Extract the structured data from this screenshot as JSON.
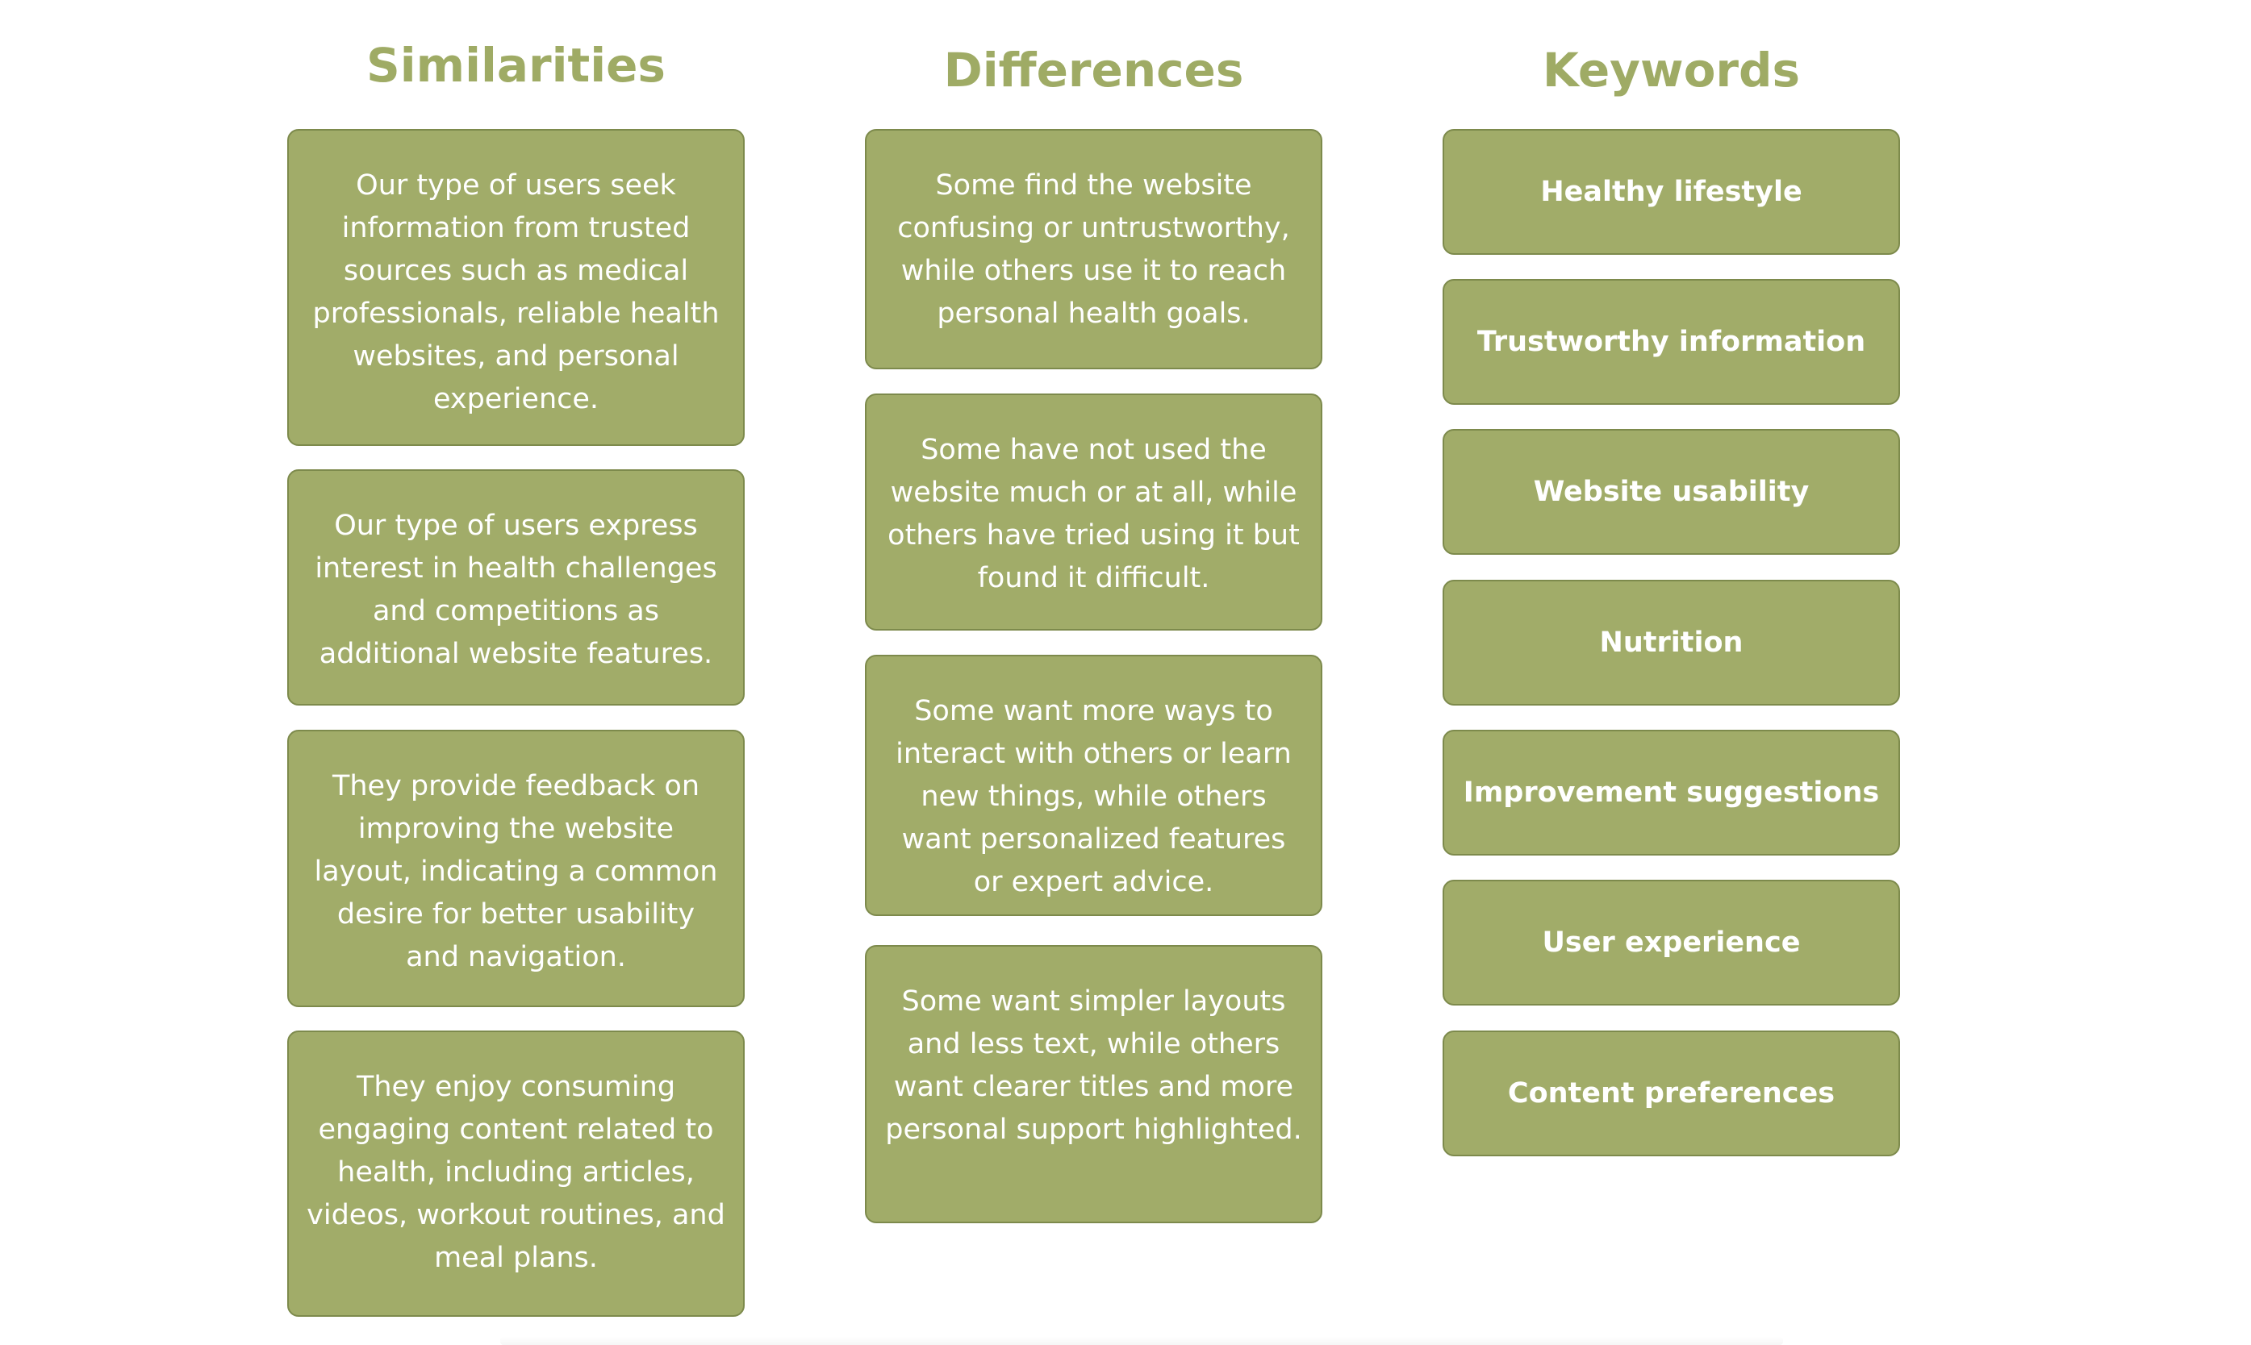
{
  "columns": {
    "similarities": {
      "title": "Similarities",
      "items": [
        "Our type of users seek information from trusted sources such as medical professionals, reliable health websites, and personal experience.",
        "Our type of users express interest in health challenges and competitions as additional website features.",
        "They provide feedback on improving the website layout, indicating a common desire for better usability and navigation.",
        "They enjoy consuming engaging content related to health, including articles, videos, workout routines, and meal plans."
      ]
    },
    "differences": {
      "title": "Differences",
      "items": [
        "Some find the website confusing or untrustworthy, while others use it to reach personal health goals.",
        "Some have not used the website much or at all, while others have tried using it but found it difficult.",
        "Some want more ways to interact with others or learn new things, while others want personalized features or expert advice.",
        "Some want simpler layouts and less text, while others want clearer titles and more personal support highlighted."
      ]
    },
    "keywords": {
      "title": "Keywords",
      "items": [
        "Healthy lifestyle",
        "Trustworthy information",
        "Website usability",
        "Nutrition",
        "Improvement suggestions",
        "User experience",
        "Content preferences"
      ]
    }
  },
  "colors": {
    "card_fill": "#a1ac69",
    "card_border": "#7d8a4c",
    "title_text": "#9fab65",
    "card_text": "#ffffff"
  }
}
